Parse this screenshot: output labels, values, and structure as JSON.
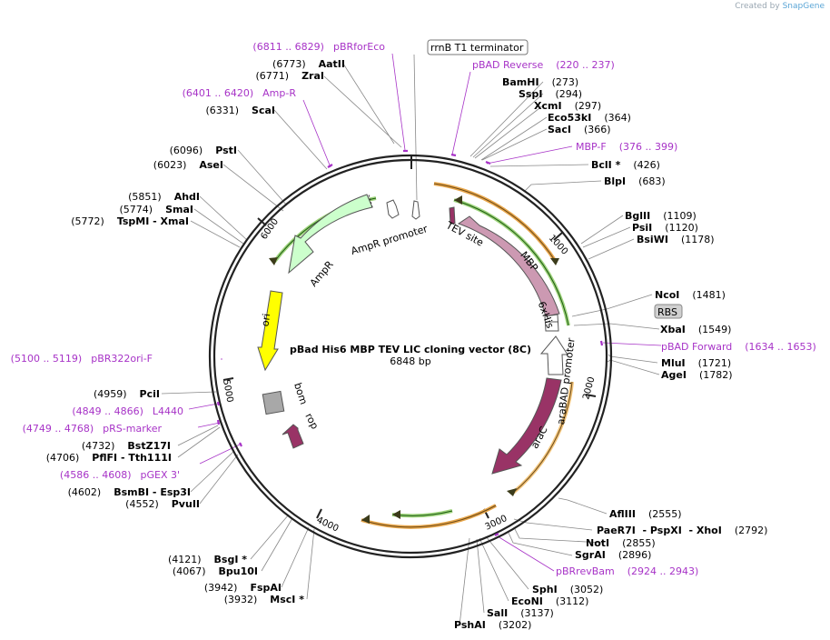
{
  "watermark": {
    "prefix": "Created by",
    "brand": "SnapGene"
  },
  "plasmid": {
    "name": "pBad His6 MBP TEV LIC cloning vector (8C)",
    "size_label": "6848 bp",
    "length": 6848
  },
  "ticks": [
    "1000",
    "2000",
    "3000",
    "4000",
    "5000",
    "6000"
  ],
  "terminators": [
    {
      "label": "rrnB T1 terminator"
    }
  ],
  "boxed": [
    {
      "label": "RBS"
    }
  ],
  "enzymes_right": [
    {
      "name": "BamHI",
      "pos": "(273)"
    },
    {
      "name": "SspI",
      "pos": "(294)"
    },
    {
      "name": "XcmI",
      "pos": "(297)"
    },
    {
      "name": "Eco53kI",
      "pos": "(364)"
    },
    {
      "name": "SacI",
      "pos": "(366)"
    },
    {
      "name": "BclI *",
      "pos": "(426)"
    },
    {
      "name": "BlpI",
      "pos": "(683)"
    },
    {
      "name": "BglII",
      "pos": "(1109)"
    },
    {
      "name": "PsiI",
      "pos": "(1120)"
    },
    {
      "name": "BsiWI",
      "pos": "(1178)"
    },
    {
      "name": "NcoI",
      "pos": "(1481)"
    },
    {
      "name": "XbaI",
      "pos": "(1549)"
    },
    {
      "name": "MluI",
      "pos": "(1721)"
    },
    {
      "name": "AgeI",
      "pos": "(1782)"
    },
    {
      "name": "AflIII",
      "pos": "(2555)"
    },
    {
      "name": "PaeR7I  - PspXI  - XhoI",
      "pos": "(2792)"
    },
    {
      "name": "NotI",
      "pos": "(2855)"
    },
    {
      "name": "SgrAI",
      "pos": "(2896)"
    },
    {
      "name": "SphI",
      "pos": "(3052)"
    },
    {
      "name": "EcoNI",
      "pos": "(3112)"
    },
    {
      "name": "SalI",
      "pos": "(3137)"
    },
    {
      "name": "PshAI",
      "pos": "(3202)"
    }
  ],
  "enzymes_left": [
    {
      "name": "AatII",
      "pos": "(6773)"
    },
    {
      "name": "ZraI",
      "pos": "(6771)"
    },
    {
      "name": "ScaI",
      "pos": "(6331)"
    },
    {
      "name": "PstI",
      "pos": "(6096)"
    },
    {
      "name": "AseI",
      "pos": "(6023)"
    },
    {
      "name": "AhdI",
      "pos": "(5851)"
    },
    {
      "name": "SmaI",
      "pos": "(5774)"
    },
    {
      "name": "TspMI  - XmaI",
      "pos": "(5772)"
    },
    {
      "name": "PciI",
      "pos": "(4959)"
    },
    {
      "name": "BstZ17I",
      "pos": "(4732)"
    },
    {
      "name": "PflFI  - Tth111I",
      "pos": "(4706)"
    },
    {
      "name": "BsmBI  - Esp3I",
      "pos": "(4602)"
    },
    {
      "name": "PvuII",
      "pos": "(4552)"
    },
    {
      "name": "BsgI *",
      "pos": "(4121)"
    },
    {
      "name": "Bpu10I",
      "pos": "(4067)"
    },
    {
      "name": "FspAI",
      "pos": "(3942)"
    },
    {
      "name": "MscI *",
      "pos": "(3932)"
    }
  ],
  "primers": [
    {
      "name": "pBRforEco",
      "range": "(6811 .. 6829)"
    },
    {
      "name": "Amp-R",
      "range": "(6401 .. 6420)"
    },
    {
      "name": "pBAD Reverse",
      "range": "(220 .. 237)"
    },
    {
      "name": "MBP-F",
      "range": "(376 .. 399)"
    },
    {
      "name": "pBAD Forward",
      "range": "(1634 .. 1653)"
    },
    {
      "name": "pBR322ori-F",
      "range": "(5100 .. 5119)"
    },
    {
      "name": "L4440",
      "range": "(4849 .. 4866)"
    },
    {
      "name": "pRS-marker",
      "range": "(4749 .. 4768)"
    },
    {
      "name": "pGEX 3'",
      "range": "(4586 .. 4608)"
    },
    {
      "name": "pBRrevBam",
      "range": "(2924 .. 2943)"
    }
  ],
  "features": {
    "ampr": "AmpR",
    "ampr_promoter": "AmpR promoter",
    "ori": "ori",
    "bom": "bom",
    "rop": "rop",
    "tev": "TEV site",
    "mbp": "MBP",
    "his": "6xHis",
    "arabad": "araBAD promoter",
    "arac": "araC"
  },
  "colors": {
    "backbone": "#222222",
    "primer": "#a733c7",
    "ampr": "#ccffcc",
    "ori": "#ffff00",
    "mbp": "#cc99b2",
    "arac": "#993366",
    "orf_orange": "#e8a64a",
    "orf_green": "#3b9a2a"
  }
}
